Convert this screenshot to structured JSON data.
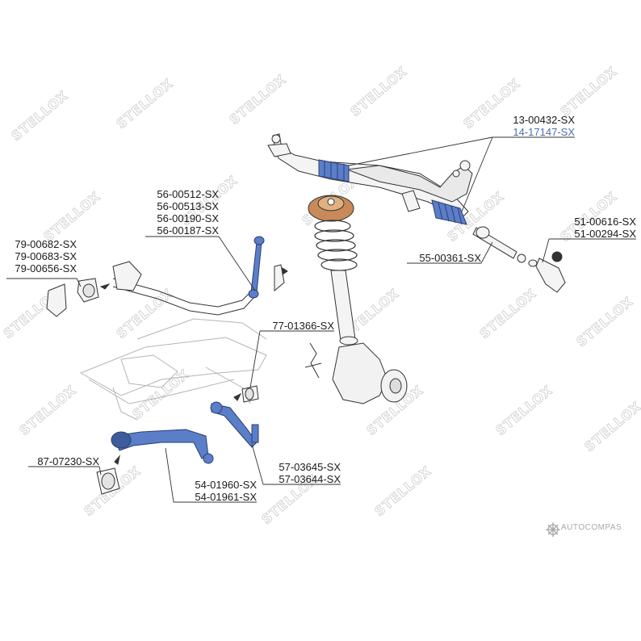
{
  "watermark": "STELLOX",
  "brand": "AUTOCOMPAS",
  "colors": {
    "accent_part": "#5b7ec9",
    "label_highlight": "#4a6fb0",
    "line": "#333333"
  },
  "labels": {
    "rack_boot_a": "13-00432-SX",
    "rack_boot_b": "14-17147-SX",
    "tie_rod_end_a": "51-00616-SX",
    "tie_rod_end_b": "51-00294-SX",
    "inner_tie_rod": "55-00361-SX",
    "stab_link_a": "56-00512-SX",
    "stab_link_b": "56-00513-SX",
    "stab_link_c": "56-00190-SX",
    "stab_link_d": "56-00187-SX",
    "stab_bush_a": "79-00682-SX",
    "stab_bush_b": "79-00683-SX",
    "stab_bush_c": "79-00656-SX",
    "strut_bush": "77-01366-SX",
    "arm_bush": "87-07230-SX",
    "lower_arm_a": "54-01960-SX",
    "lower_arm_b": "54-01961-SX",
    "strut_arm_a": "57-03645-SX",
    "strut_arm_b": "57-03644-SX"
  }
}
